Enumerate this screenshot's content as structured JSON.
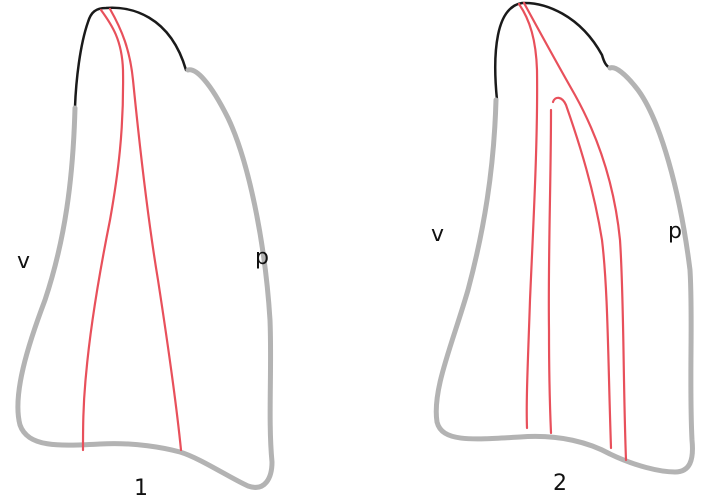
{
  "labels": {
    "fig1_side_left": "v",
    "fig1_side_right": "p",
    "fig1_number": "1",
    "fig2_side_left": "v",
    "fig2_side_right": "p",
    "fig2_number": "2"
  },
  "colors": {
    "root_outline": "#b3b3b3",
    "crown_outline": "#1a1a1a",
    "canal_lines": "#e8505b"
  }
}
